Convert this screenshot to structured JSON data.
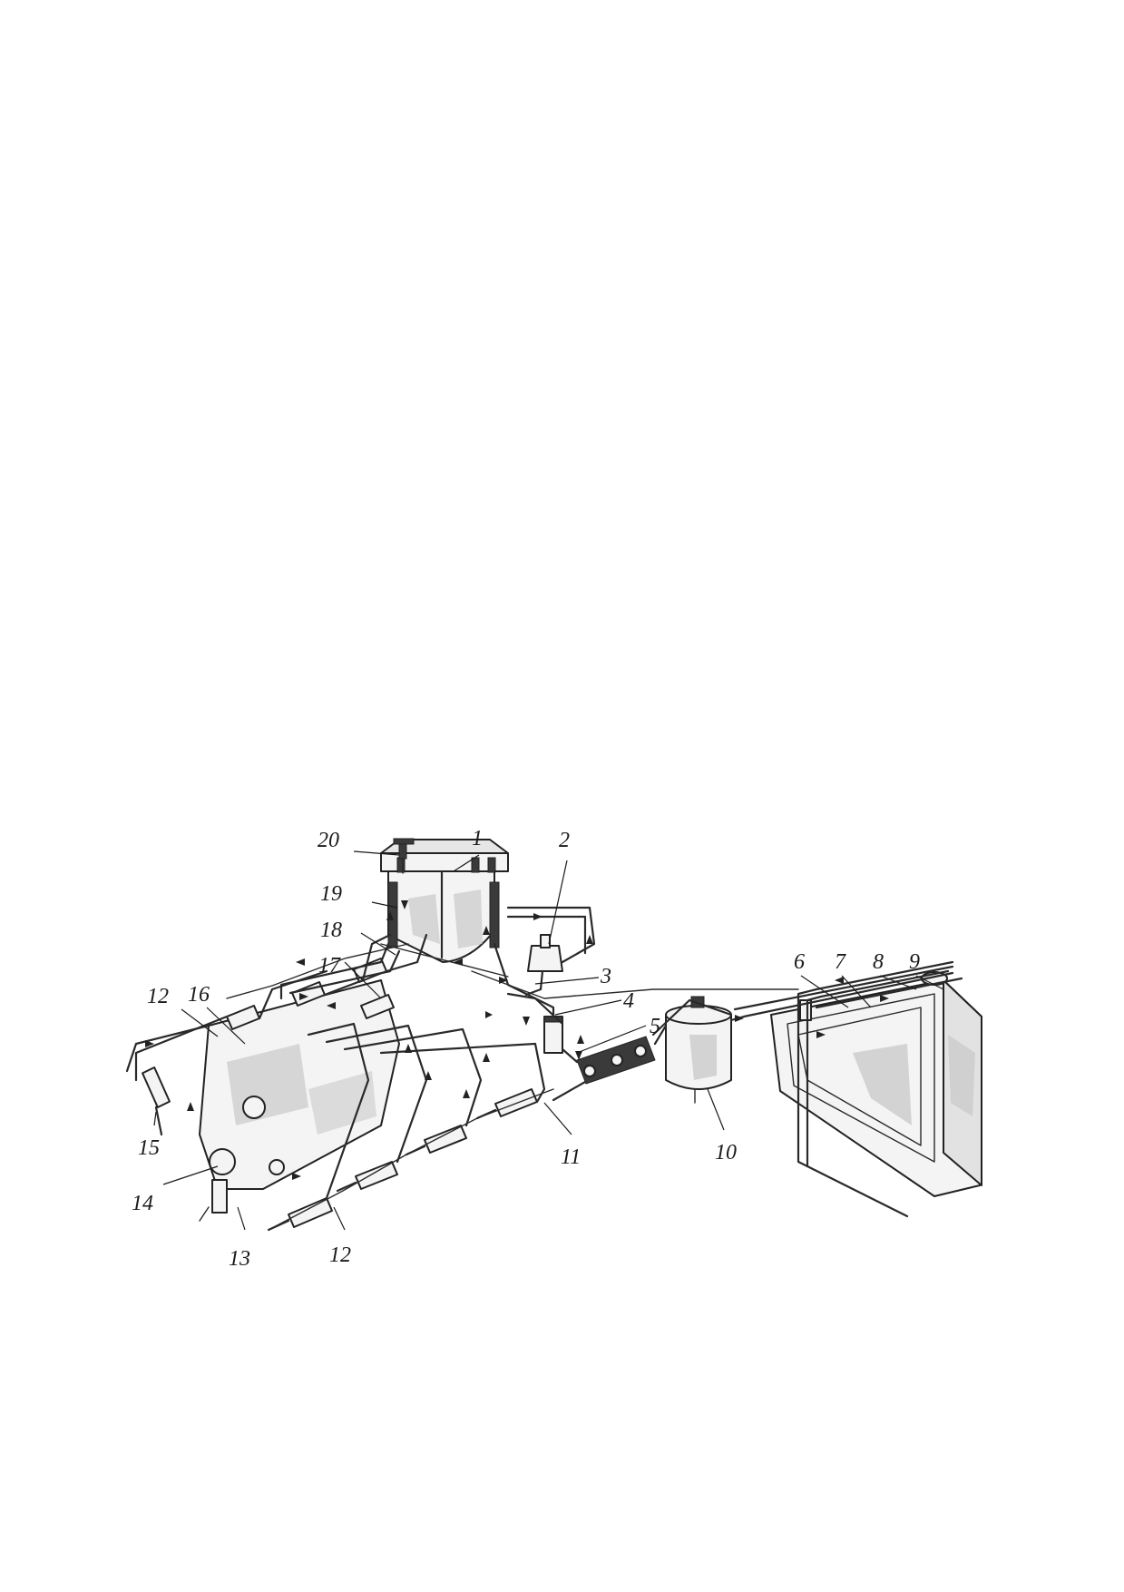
{
  "labels": [
    {
      "id": "1",
      "text": "1"
    },
    {
      "id": "2",
      "text": "2"
    },
    {
      "id": "3",
      "text": "3"
    },
    {
      "id": "4",
      "text": "4"
    },
    {
      "id": "5",
      "text": "5"
    },
    {
      "id": "6",
      "text": "6"
    },
    {
      "id": "7",
      "text": "7"
    },
    {
      "id": "8",
      "text": "8"
    },
    {
      "id": "9",
      "text": "9"
    },
    {
      "id": "10",
      "text": "10"
    },
    {
      "id": "11",
      "text": "11"
    },
    {
      "id": "12a",
      "text": "12"
    },
    {
      "id": "12b",
      "text": "12"
    },
    {
      "id": "13",
      "text": "13"
    },
    {
      "id": "14",
      "text": "14"
    },
    {
      "id": "15",
      "text": "15"
    },
    {
      "id": "16",
      "text": "16"
    },
    {
      "id": "17",
      "text": "17"
    },
    {
      "id": "18",
      "text": "18"
    },
    {
      "id": "19",
      "text": "19"
    },
    {
      "id": "20",
      "text": "20"
    }
  ]
}
